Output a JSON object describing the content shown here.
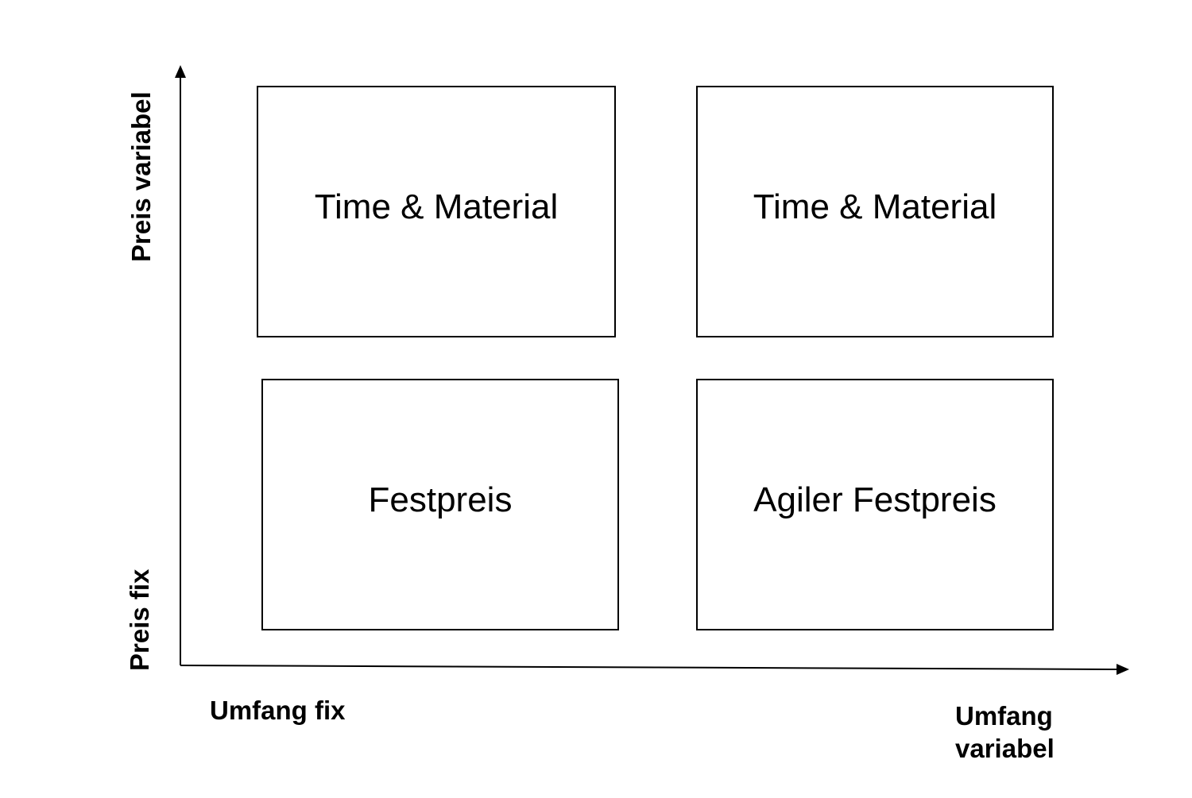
{
  "quadrants": {
    "top_left": "Time & Material",
    "top_right": "Time & Material",
    "bottom_left": "Festpreis",
    "bottom_right": "Agiler Festpreis"
  },
  "axes": {
    "y_top": "Preis variabel",
    "y_bottom": "Preis fix",
    "x_left": "Umfang fix",
    "x_right_line1": "Umfang",
    "x_right_line2": "variabel"
  }
}
